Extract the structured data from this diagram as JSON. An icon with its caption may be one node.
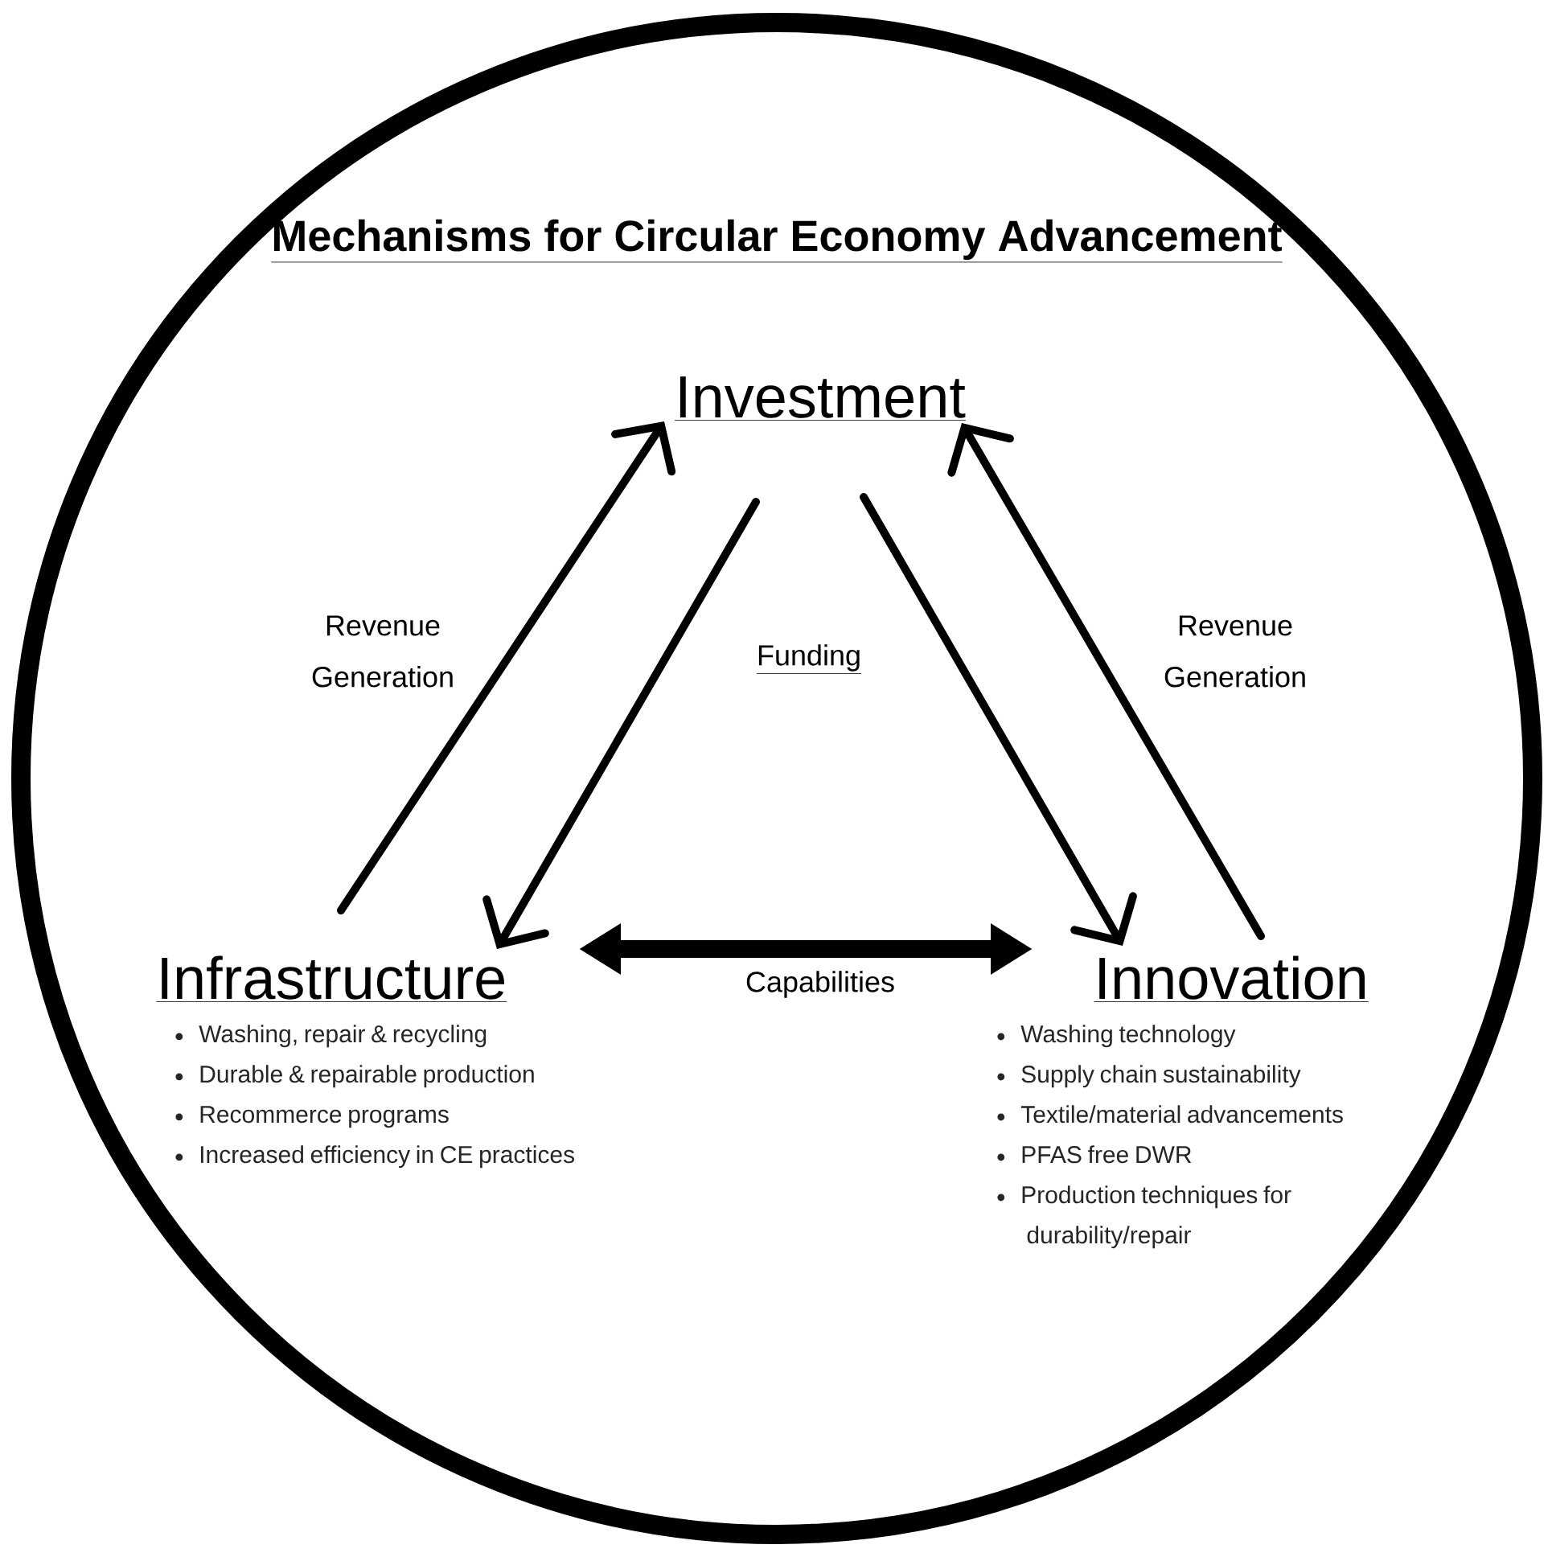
{
  "diagram": {
    "title": "Mechanisms for Circular Economy Advancement",
    "nodes": [
      {
        "text": [
          "Investment"
        ]
      },
      {
        "text": [
          "Infrastructure",
          "Washing, repair & recycling",
          "Durable & repairable production",
          "Recommerce programs",
          "Increased efficiency in CE practices"
        ]
      },
      {
        "text": [
          "Innovation",
          "Washing technology",
          "Supply chain sustainability",
          "Textile/material advancements",
          "PFAS free DWR",
          "Production techniques for durability/repair"
        ]
      }
    ],
    "edges": [
      {
        "from": 1,
        "to": 0,
        "arrow": "to",
        "label": "Revenue Generation"
      },
      {
        "from": 0,
        "to": 1,
        "arrow": "to"
      },
      {
        "from": 0,
        "to": 2,
        "arrow": "to"
      },
      {
        "from": 2,
        "to": 0,
        "arrow": "to",
        "label": "Revenue Generation"
      },
      {
        "from": 1,
        "to": 2,
        "arrow": "both",
        "label": "Capabilities",
        "style": "thick"
      }
    ],
    "labels": [
      "Funding"
    ]
  }
}
